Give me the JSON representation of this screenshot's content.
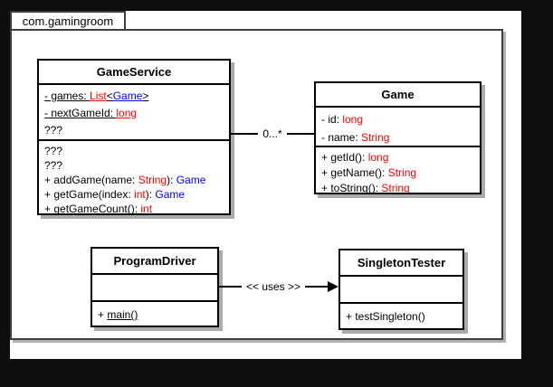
{
  "diagram": {
    "kind": "uml-class-diagram"
  },
  "package": {
    "name": "com.gamingroom"
  },
  "colors": {
    "canvas_bg": "#0e0e0e",
    "page_bg": "#ffffff",
    "frame_border": "#3f3f3f",
    "box_border": "#000000",
    "text": "#000000",
    "type_color": "#ff0000",
    "class_ref_color": "#0000ff",
    "shadow": "#ababab"
  },
  "classes": [
    {
      "name": "GameService",
      "attributes": [
        {
          "static": true,
          "segments": [
            {
              "text": "- games: "
            },
            {
              "text": "List",
              "color": "#ff0000"
            },
            {
              "text": "<"
            },
            {
              "text": "Game",
              "color": "#0000ff"
            },
            {
              "text": ">"
            }
          ]
        },
        {
          "static": true,
          "segments": [
            {
              "text": "- nextGameId: "
            },
            {
              "text": "long",
              "color": "#ff0000"
            }
          ]
        },
        {
          "static": false,
          "segments": [
            {
              "text": "???"
            }
          ]
        }
      ],
      "methods": [
        {
          "segments": [
            {
              "text": "???"
            }
          ]
        },
        {
          "segments": [
            {
              "text": "???"
            }
          ]
        },
        {
          "segments": [
            {
              "text": "+ addGame(name: "
            },
            {
              "text": "String",
              "color": "#ff0000"
            },
            {
              "text": "): "
            },
            {
              "text": "Game",
              "color": "#0000ff"
            }
          ]
        },
        {
          "segments": [
            {
              "text": "+ getGame(index: "
            },
            {
              "text": "int",
              "color": "#ff0000"
            },
            {
              "text": "): "
            },
            {
              "text": "Game",
              "color": "#0000ff"
            }
          ]
        },
        {
          "segments": [
            {
              "text": "+ getGameCount(): "
            },
            {
              "text": "int",
              "color": "#ff0000"
            }
          ]
        }
      ]
    },
    {
      "name": "Game",
      "attributes": [
        {
          "segments": [
            {
              "text": "- id: "
            },
            {
              "text": "long",
              "color": "#ff0000"
            }
          ]
        },
        {
          "segments": [
            {
              "text": "- name: "
            },
            {
              "text": "String",
              "color": "#ff0000"
            }
          ]
        }
      ],
      "methods": [
        {
          "segments": [
            {
              "text": "+ getId(): "
            },
            {
              "text": "long",
              "color": "#ff0000"
            }
          ]
        },
        {
          "segments": [
            {
              "text": "+ getName(): "
            },
            {
              "text": "String",
              "color": "#ff0000"
            }
          ]
        },
        {
          "segments": [
            {
              "text": "+ toString(): "
            },
            {
              "text": "String",
              "color": "#ff0000"
            }
          ]
        }
      ]
    },
    {
      "name": "ProgramDriver",
      "attributes": [],
      "methods": [
        {
          "segments": [
            {
              "text": "+ "
            },
            {
              "text": "main()",
              "static": true
            }
          ]
        }
      ]
    },
    {
      "name": "SingletonTester",
      "attributes": [],
      "methods": [
        {
          "segments": [
            {
              "text": "+ testSingleton()"
            }
          ]
        }
      ]
    }
  ],
  "connectors": [
    {
      "type": "association",
      "from": "GameService",
      "to": "Game",
      "label": "0...*"
    },
    {
      "type": "dependency",
      "from": "ProgramDriver",
      "to": "SingletonTester",
      "label": "<< uses >>"
    }
  ]
}
